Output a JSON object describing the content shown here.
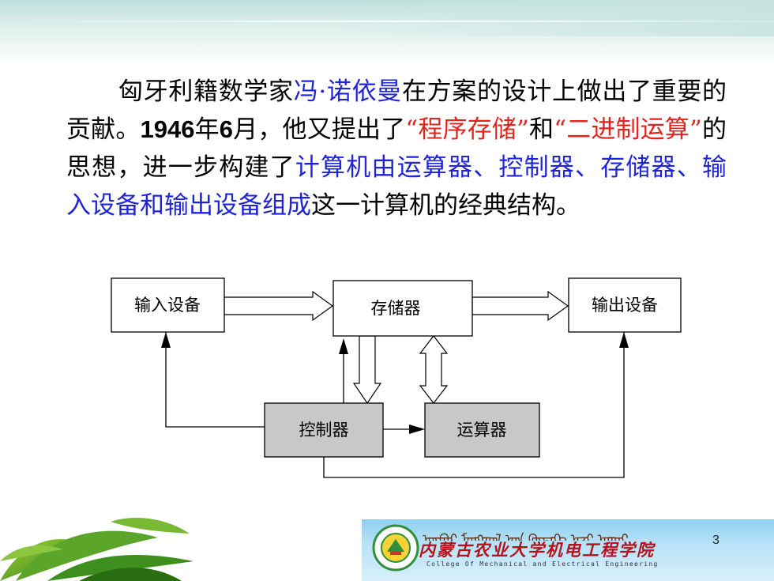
{
  "paragraph": {
    "s1": "匈牙利籍数学家",
    "s2": "冯·诺依曼",
    "s3": "在方案的设计上做出了重要的贡献。",
    "s4": "1946",
    "s5": "年",
    "s6": "6",
    "s7": "月，他又提出了",
    "s8": "“程序存储”",
    "s9": "和",
    "s10": "“二进制运算”",
    "s11": "的思想，进一步构建了",
    "s12": "计算机由运算器、控制器、存储器、输入设备和输出设备组成",
    "s13": "这一计算机的经典结构。"
  },
  "diagram": {
    "input": "输入设备",
    "memory": "存储器",
    "output": "输出设备",
    "controller": "控制器",
    "alu": "运算器"
  },
  "footer": {
    "college_mongolian": "ᠥᠪᠥᠷ ᠮᠣᠩᠭᠣᠯ ᠤᠨ ᠬᠥᠳᠡᠭᠡ ᠠᠵᠢ ᠠᠬᠤᠢ",
    "college_cn": "内蒙古农业大学机电工程学院",
    "college_en": "College Of Mechanical and Electrical Engineering",
    "page_number": "3"
  },
  "colors": {
    "highlight_blue": "#1f25d6",
    "highlight_red": "#e0251f",
    "box_gray": "#c8c8c8"
  }
}
